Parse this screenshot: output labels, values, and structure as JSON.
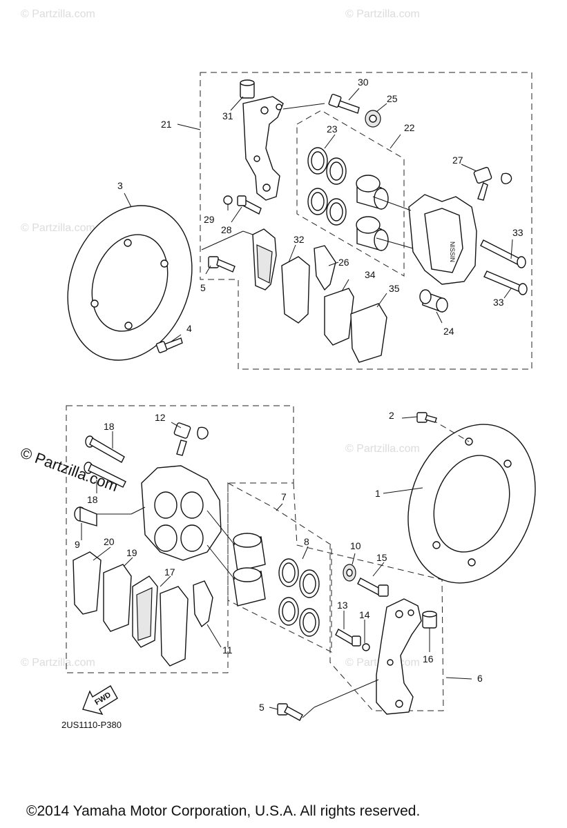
{
  "watermark": {
    "text": "© Partzilla.com"
  },
  "drawing_code": "2US1110-P380",
  "fwd_label": "FWD",
  "copyright": "©2014 Yamaha Motor Corporation, U.S.A. All rights reserved.",
  "callouts": {
    "c1": "1",
    "c2": "2",
    "c3": "3",
    "c4": "4",
    "c5a": "5",
    "c5b": "5",
    "c6": "6",
    "c7": "7",
    "c8": "8",
    "c9": "9",
    "c10": "10",
    "c11": "11",
    "c12": "12",
    "c13": "13",
    "c14": "14",
    "c15": "15",
    "c16": "16",
    "c17": "17",
    "c18a": "18",
    "c18b": "18",
    "c19": "19",
    "c20": "20",
    "c21": "21",
    "c22": "22",
    "c23": "23",
    "c24": "24",
    "c25": "25",
    "c26": "26",
    "c27": "27",
    "c28": "28",
    "c29": "29",
    "c30": "30",
    "c31": "31",
    "c32": "32",
    "c33a": "33",
    "c33b": "33",
    "c34": "34",
    "c35": "35"
  }
}
